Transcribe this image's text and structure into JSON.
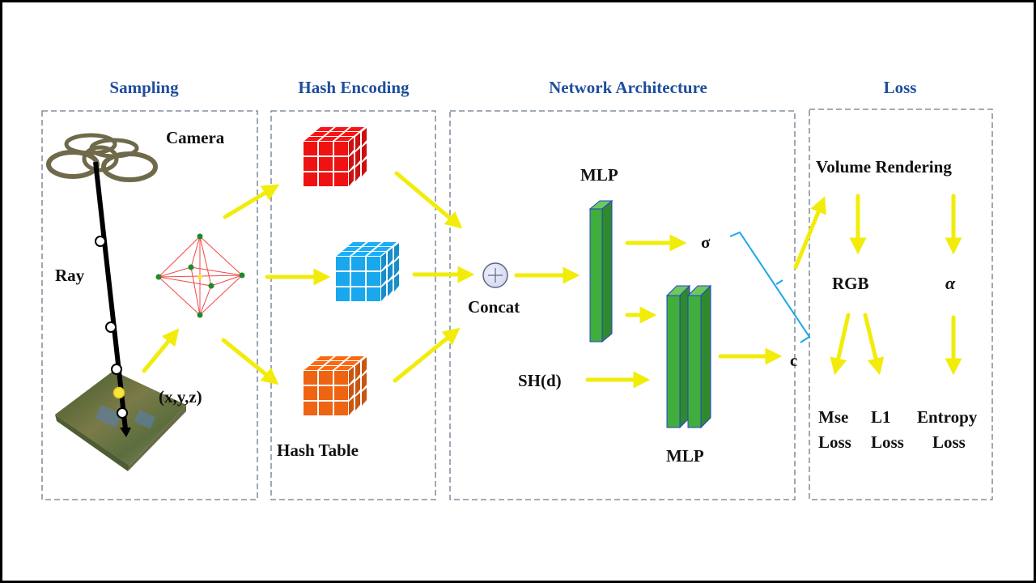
{
  "figure": {
    "sections": [
      {
        "id": "sampling",
        "title": "Sampling"
      },
      {
        "id": "hash_encoding",
        "title": "Hash Encoding"
      },
      {
        "id": "network_architecture",
        "title": "Network Architecture"
      },
      {
        "id": "loss",
        "title": "Loss"
      }
    ],
    "sampling": {
      "camera_label": "Camera",
      "ray_label": "Ray",
      "point_label": "(x,y,z)",
      "icons": [
        "camera-rings-icon",
        "ray-line-icon",
        "sample-point-icon",
        "terrain-block-icon",
        "octahedron-grid-icon"
      ]
    },
    "hash_encoding": {
      "cubes": [
        {
          "name": "red-hash-cube",
          "color": "#f01212"
        },
        {
          "name": "blue-hash-cube",
          "color": "#19a7ee"
        },
        {
          "name": "orange-hash-cube",
          "color": "#ee6413"
        }
      ],
      "table_label": "Hash Table"
    },
    "network_architecture": {
      "concat_label": "Concat",
      "mlp_top_label": "MLP",
      "mlp_bottom_label": "MLP",
      "sh_label": "SH(d)",
      "sigma_label": "σ",
      "color_label": "c",
      "mlp_color": "#3fae3c"
    },
    "loss": {
      "volume_rendering_label": "Volume Rendering",
      "rgb_label": "RGB",
      "alpha_label": "α",
      "mse_label_1": "Mse",
      "mse_label_2": "Loss",
      "l1_label_1": "L1",
      "l1_label_2": "Loss",
      "entropy_label_1": "Entropy",
      "entropy_label_2": "Loss"
    },
    "colors": {
      "title": "#1f4e9c",
      "arrow": "#f2ec0a",
      "bracket": "#1aa8e8",
      "octahedron": "#f04848",
      "vertex": "#1e8a2a"
    }
  }
}
